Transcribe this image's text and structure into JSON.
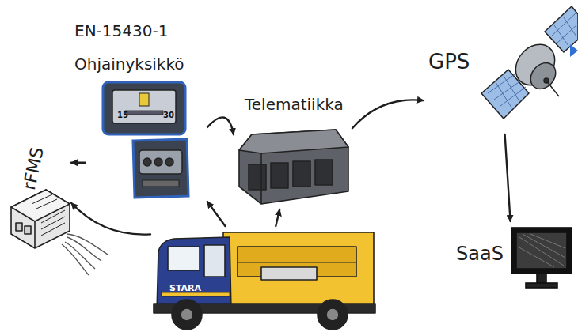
{
  "diagram": {
    "nodes": [
      {
        "text": [
          "rFMS"
        ]
      },
      {
        "text": [
          "EN-15430-1 Ohjainyksikkö"
        ]
      },
      {
        "text": [
          "Telematiikka"
        ]
      },
      {
        "text": [
          "GPS"
        ]
      },
      {
        "text": [
          "SaaS"
        ]
      },
      {
        "text": [
          "STARA"
        ]
      }
    ],
    "edges": [
      {
        "from": 5,
        "to": 0,
        "arrow": "to"
      },
      {
        "from": 0,
        "to": 1,
        "arrow": "to"
      },
      {
        "from": 5,
        "to": 1,
        "arrow": "to"
      },
      {
        "from": 1,
        "to": 2,
        "arrow": "to"
      },
      {
        "from": 5,
        "to": 2,
        "arrow": "to"
      },
      {
        "from": 2,
        "to": 3,
        "arrow": "to"
      },
      {
        "from": 3,
        "to": 4,
        "arrow": "to"
      }
    ],
    "labels": [
      "15",
      "30"
    ]
  }
}
